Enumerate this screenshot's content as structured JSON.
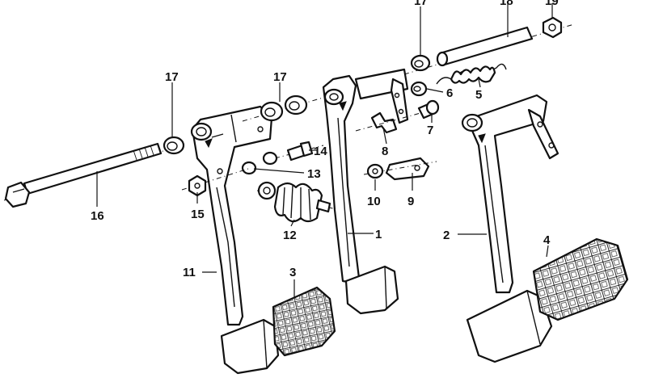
{
  "callouts": [
    {
      "id": "c1",
      "label": "1"
    },
    {
      "id": "c2",
      "label": "2"
    },
    {
      "id": "c3",
      "label": "3"
    },
    {
      "id": "c4",
      "label": "4"
    },
    {
      "id": "c5",
      "label": "5"
    },
    {
      "id": "c6",
      "label": "6"
    },
    {
      "id": "c7",
      "label": "7"
    },
    {
      "id": "c8",
      "label": "8"
    },
    {
      "id": "c9",
      "label": "9"
    },
    {
      "id": "c10",
      "label": "10"
    },
    {
      "id": "c11",
      "label": "11"
    },
    {
      "id": "c12",
      "label": "12"
    },
    {
      "id": "c13",
      "label": "13"
    },
    {
      "id": "c14",
      "label": "14"
    },
    {
      "id": "c15",
      "label": "15"
    },
    {
      "id": "c16",
      "label": "16"
    },
    {
      "id": "c17a",
      "label": "17"
    },
    {
      "id": "c17b",
      "label": "17"
    },
    {
      "id": "c17c",
      "label": "17"
    },
    {
      "id": "c18",
      "label": "18"
    },
    {
      "id": "c19",
      "label": "19"
    }
  ]
}
